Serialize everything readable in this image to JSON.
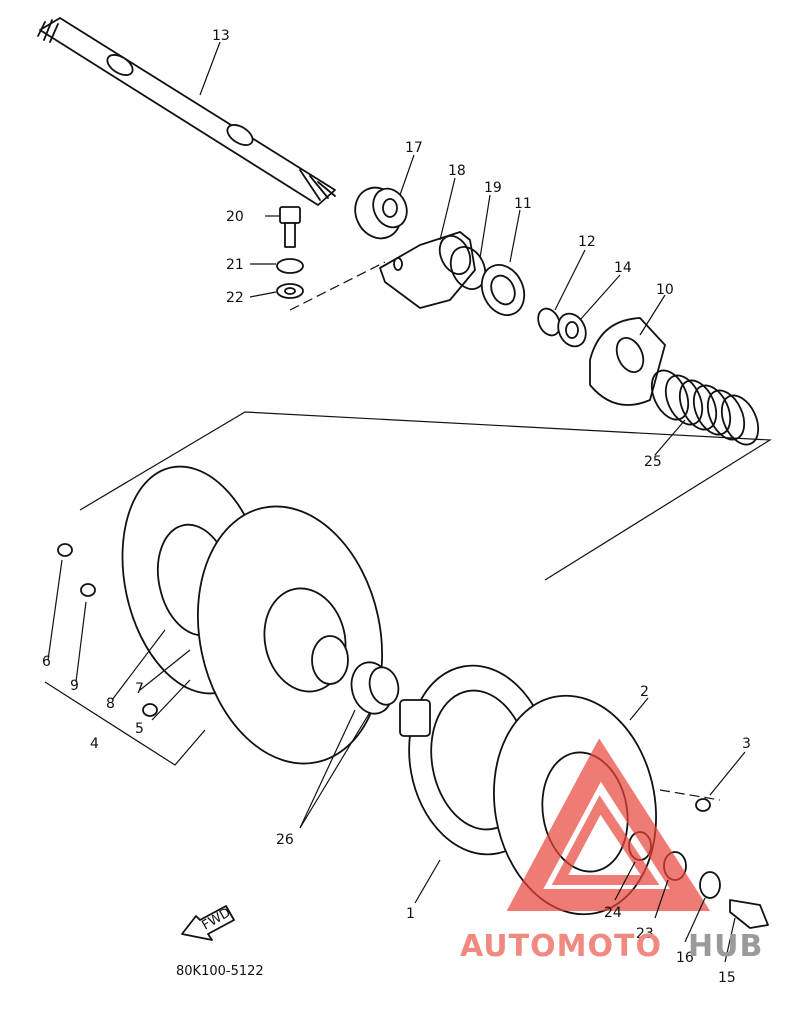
{
  "diagram": {
    "callouts": [
      "13",
      "17",
      "18",
      "19",
      "11",
      "20",
      "21",
      "22",
      "12",
      "14",
      "10",
      "25",
      "6",
      "9",
      "8",
      "7",
      "4",
      "5",
      "26",
      "2",
      "3",
      "1",
      "24",
      "23",
      "16",
      "15"
    ],
    "part_code": "80K100-5122",
    "fwd_label": "FWD"
  },
  "watermark": {
    "text_a": "AUTOMOTO",
    "text_b": "HUB",
    "color_a": "#f08a80",
    "color_b": "#9a9a9a",
    "logo_color": "#e8433a"
  }
}
